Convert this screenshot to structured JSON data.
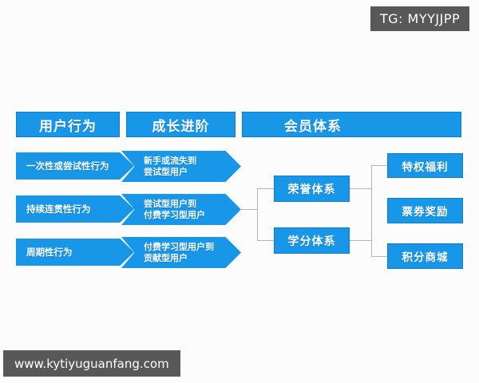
{
  "badge": {
    "label": "TG: MYYJJPP"
  },
  "watermark": {
    "label": "www.kytiyuguanfang.com"
  },
  "colors": {
    "primary_blue": "#1897e8",
    "badge_gray": "#58585a",
    "connector_gray": "#b5b5b5"
  },
  "diagram": {
    "headers": [
      {
        "label": "用户行为"
      },
      {
        "label": "成长进阶"
      },
      {
        "label": "会员体系"
      }
    ],
    "user_behaviors": [
      {
        "label": "一次性或尝试性行为"
      },
      {
        "label": "持续连贯性行为"
      },
      {
        "label": "周期性行为"
      }
    ],
    "growth_stages": [
      {
        "line1": "新手或流失到",
        "line2": "尝试型用户"
      },
      {
        "line1": "尝试型用户到",
        "line2": "付费学习型用户"
      },
      {
        "line1": "付费学习型用户到",
        "line2": "贡献型用户"
      }
    ],
    "member_systems": [
      {
        "label": "荣誉体系"
      },
      {
        "label": "学分体系"
      }
    ],
    "benefits": [
      {
        "label": "特权福利"
      },
      {
        "label": "票券奖励"
      },
      {
        "label": "积分商城"
      }
    ]
  }
}
